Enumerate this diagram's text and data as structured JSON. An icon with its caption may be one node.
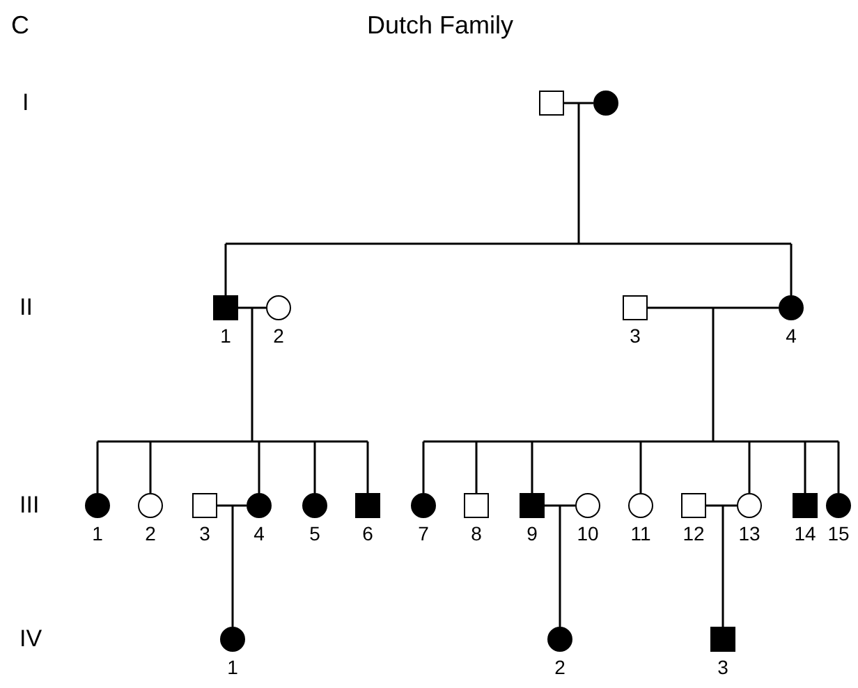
{
  "diagram": {
    "title": "Dutch Family",
    "nodes": [
      {
        "text": [],
        "shape": "square"
      },
      {
        "text": [],
        "shape": "disc"
      },
      {
        "text": [],
        "shape": "block",
        "beside": [
          "1"
        ]
      },
      {
        "text": [],
        "shape": "circle",
        "beside": [
          "2"
        ]
      },
      {
        "text": [],
        "shape": "square",
        "beside": [
          "3"
        ]
      },
      {
        "text": [],
        "shape": "disc",
        "beside": [
          "4"
        ]
      },
      {
        "text": [],
        "shape": "disc",
        "beside": [
          "1"
        ]
      },
      {
        "text": [],
        "shape": "circle",
        "beside": [
          "2"
        ]
      },
      {
        "text": [],
        "shape": "square",
        "beside": [
          "3"
        ]
      },
      {
        "text": [],
        "shape": "disc",
        "beside": [
          "4"
        ]
      },
      {
        "text": [],
        "shape": "disc",
        "beside": [
          "5"
        ]
      },
      {
        "text": [],
        "shape": "block",
        "beside": [
          "6"
        ]
      },
      {
        "text": [],
        "shape": "disc",
        "beside": [
          "7"
        ]
      },
      {
        "text": [],
        "shape": "square",
        "beside": [
          "8"
        ]
      },
      {
        "text": [],
        "shape": "block",
        "beside": [
          "9"
        ]
      },
      {
        "text": [],
        "shape": "circle",
        "beside": [
          "10"
        ]
      },
      {
        "text": [],
        "shape": "circle",
        "beside": [
          "11"
        ]
      },
      {
        "text": [],
        "shape": "square",
        "beside": [
          "12"
        ]
      },
      {
        "text": [],
        "shape": "circle",
        "beside": [
          "13"
        ]
      },
      {
        "text": [],
        "shape": "block",
        "beside": [
          "14"
        ]
      },
      {
        "text": [],
        "shape": "disc",
        "beside": [
          "15"
        ]
      },
      {
        "text": [],
        "shape": "disc",
        "beside": [
          "1"
        ]
      },
      {
        "text": [],
        "shape": "disc",
        "beside": [
          "2"
        ]
      },
      {
        "text": [],
        "shape": "block",
        "beside": [
          "3"
        ]
      }
    ],
    "edges": [
      {
        "from": 0,
        "to": 1,
        "arrow": "none"
      },
      {
        "from": 2,
        "to": 3,
        "arrow": "none"
      },
      {
        "from": 4,
        "to": 5,
        "arrow": "none"
      },
      {
        "from": 8,
        "to": 9,
        "arrow": "none"
      },
      {
        "from": 14,
        "to": 15,
        "arrow": "none"
      },
      {
        "from": 17,
        "to": 18,
        "arrow": "none"
      },
      {
        "from": 0,
        "to": 2,
        "arrow": "none"
      },
      {
        "from": 1,
        "to": 2,
        "arrow": "none"
      },
      {
        "from": 0,
        "to": 5,
        "arrow": "none"
      },
      {
        "from": 1,
        "to": 5,
        "arrow": "none"
      },
      {
        "from": 2,
        "to": 6,
        "arrow": "none"
      },
      {
        "from": 3,
        "to": 6,
        "arrow": "none"
      },
      {
        "from": 2,
        "to": 7,
        "arrow": "none"
      },
      {
        "from": 3,
        "to": 7,
        "arrow": "none"
      },
      {
        "from": 2,
        "to": 9,
        "arrow": "none"
      },
      {
        "from": 3,
        "to": 9,
        "arrow": "none"
      },
      {
        "from": 2,
        "to": 10,
        "arrow": "none"
      },
      {
        "from": 3,
        "to": 10,
        "arrow": "none"
      },
      {
        "from": 2,
        "to": 11,
        "arrow": "none"
      },
      {
        "from": 3,
        "to": 11,
        "arrow": "none"
      },
      {
        "from": 4,
        "to": 12,
        "arrow": "none"
      },
      {
        "from": 5,
        "to": 12,
        "arrow": "none"
      },
      {
        "from": 4,
        "to": 13,
        "arrow": "none"
      },
      {
        "from": 5,
        "to": 13,
        "arrow": "none"
      },
      {
        "from": 4,
        "to": 14,
        "arrow": "none"
      },
      {
        "from": 5,
        "to": 14,
        "arrow": "none"
      },
      {
        "from": 4,
        "to": 16,
        "arrow": "none"
      },
      {
        "from": 5,
        "to": 16,
        "arrow": "none"
      },
      {
        "from": 4,
        "to": 18,
        "arrow": "none"
      },
      {
        "from": 5,
        "to": 18,
        "arrow": "none"
      },
      {
        "from": 4,
        "to": 19,
        "arrow": "none"
      },
      {
        "from": 5,
        "to": 19,
        "arrow": "none"
      },
      {
        "from": 4,
        "to": 20,
        "arrow": "none"
      },
      {
        "from": 5,
        "to": 20,
        "arrow": "none"
      },
      {
        "from": 8,
        "to": 21,
        "arrow": "none"
      },
      {
        "from": 9,
        "to": 21,
        "arrow": "none"
      },
      {
        "from": 14,
        "to": 22,
        "arrow": "none"
      },
      {
        "from": 15,
        "to": 22,
        "arrow": "none"
      },
      {
        "from": 17,
        "to": 23,
        "arrow": "none"
      },
      {
        "from": 18,
        "to": 23,
        "arrow": "none"
      }
    ],
    "labels": [
      "C",
      "I",
      "II",
      "III",
      "IV"
    ]
  }
}
